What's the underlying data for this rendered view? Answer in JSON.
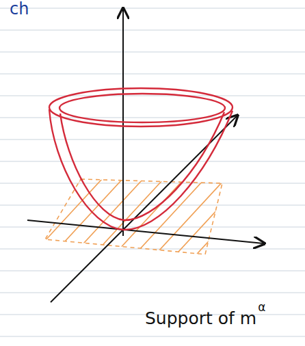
{
  "diagram": {
    "labels": [
      "ch",
      "Support of m",
      "α"
    ]
  }
}
